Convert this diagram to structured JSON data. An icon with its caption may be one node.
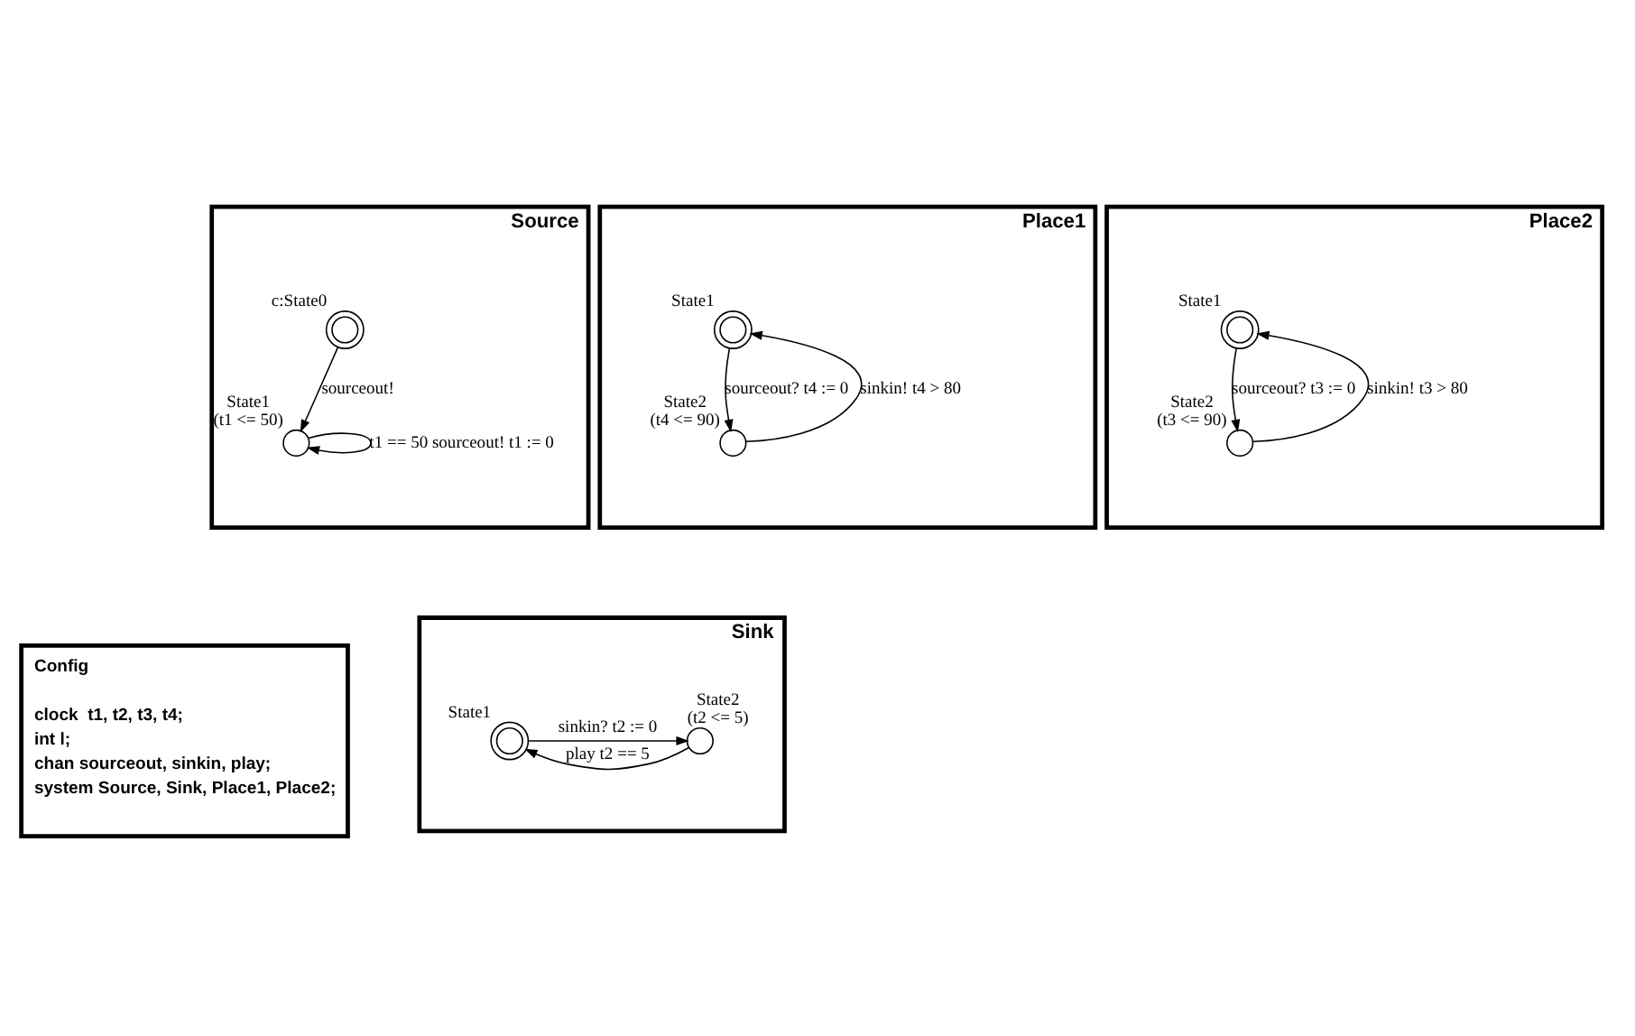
{
  "diagram": {
    "nodes": [
      {
        "text": [
          "Source"
        ]
      },
      {
        "text": [
          "c:State0"
        ],
        "in": 0
      },
      {
        "text": [
          "State1",
          "(t1 <= 50)"
        ],
        "in": 0
      },
      {
        "text": [
          "Place1"
        ]
      },
      {
        "text": [
          "State1"
        ],
        "in": 3
      },
      {
        "text": [
          "State2",
          "(t4 <= 90)"
        ],
        "in": 3
      },
      {
        "text": [
          "Place2"
        ]
      },
      {
        "text": [
          "State1"
        ],
        "in": 6
      },
      {
        "text": [
          "State2",
          "(t3 <= 90)"
        ],
        "in": 6
      },
      {
        "text": [
          "Config",
          "clock  t1, t2, t3, t4;",
          "int l;",
          "chan sourceout, sinkin, play;",
          "system Source, Sink, Place1, Place2;"
        ]
      },
      {
        "text": [
          "Sink"
        ]
      },
      {
        "text": [
          "State1"
        ],
        "in": 10
      },
      {
        "text": [
          "State2",
          "(t2 <= 5)"
        ],
        "in": 10
      }
    ],
    "edges": [
      {
        "from": 1,
        "to": 2,
        "arrow": "to",
        "label": "sourceout!"
      },
      {
        "from": 2,
        "to": 2,
        "arrow": "to",
        "label": "t1 == 50 sourceout! t1 := 0"
      },
      {
        "from": 4,
        "to": 5,
        "arrow": "to",
        "label": "sourceout? t4 := 0"
      },
      {
        "from": 5,
        "to": 4,
        "arrow": "to",
        "label": "sinkin! t4 > 80"
      },
      {
        "from": 7,
        "to": 8,
        "arrow": "to",
        "label": "sourceout? t3 := 0"
      },
      {
        "from": 8,
        "to": 7,
        "arrow": "to",
        "label": "sinkin! t3 > 80"
      },
      {
        "from": 11,
        "to": 12,
        "arrow": "to",
        "label": "sinkin? t2 := 0"
      },
      {
        "from": 12,
        "to": 11,
        "arrow": "to",
        "label": "play t2 == 5"
      }
    ]
  }
}
